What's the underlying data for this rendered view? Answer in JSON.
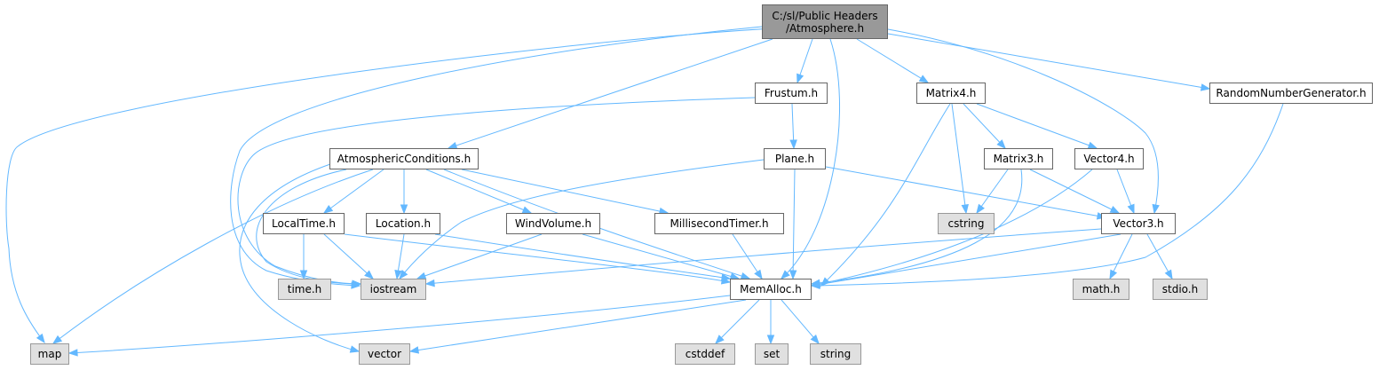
{
  "root": {
    "line1": "C:/sl/Public Headers",
    "line2": "/Atmosphere.h"
  },
  "nodes": {
    "frustum": "Frustum.h",
    "matrix4": "Matrix4.h",
    "rng": "RandomNumberGenerator.h",
    "atmcond": "AtmosphericConditions.h",
    "plane": "Plane.h",
    "matrix3": "Matrix3.h",
    "vector4": "Vector4.h",
    "localtime": "LocalTime.h",
    "location": "Location.h",
    "windvolume": "WindVolume.h",
    "mstimer": "MillisecondTimer.h",
    "cstring": "cstring",
    "vector3": "Vector3.h",
    "timeh": "time.h",
    "iostream": "iostream",
    "memalloc": "MemAlloc.h",
    "mathh": "math.h",
    "stdioh": "stdio.h",
    "map": "map",
    "vector": "vector",
    "cstddef": "cstddef",
    "set": "set",
    "string": "string"
  },
  "colors": {
    "edge": "#63b8ff",
    "root_fill": "#999999",
    "system_fill": "#e0e0e0",
    "node_border": "#666666"
  }
}
